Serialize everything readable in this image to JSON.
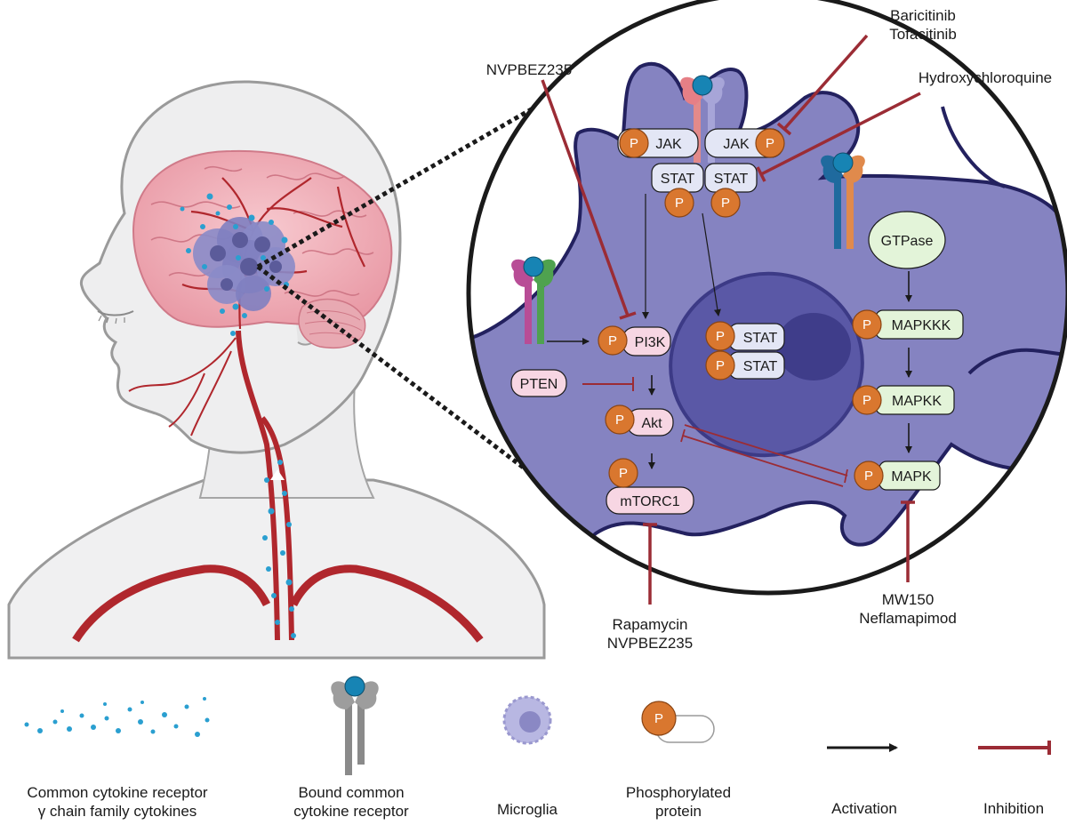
{
  "p_label": "P",
  "drugs": {
    "jak_inhibitors_line1": "Baricitinib",
    "jak_inhibitors_line2": "Tofacitinib",
    "stat_inhibitor": "Hydroxychloroquine",
    "pi3k_inhibitor": "NVPBEZ235",
    "mtorc1_inhibitors_line1": "Rapamycin",
    "mtorc1_inhibitors_line2": "NVPBEZ235",
    "mapk_inhibitors_line1": "MW150",
    "mapk_inhibitors_line2": "Neflamapimod"
  },
  "nodes": {
    "jak_left": "JAK",
    "jak_right": "JAK",
    "stat_left": "STAT",
    "stat_right": "STAT",
    "pi3k": "PI3K",
    "pten": "PTEN",
    "akt": "Akt",
    "mtorc1": "mTORC1",
    "nuclear_stat_1": "STAT",
    "nuclear_stat_2": "STAT",
    "gtpase": "GTPase",
    "mapkkk": "MAPKKK",
    "mapkk": "MAPKK",
    "mapk": "MAPK"
  },
  "legend": {
    "cytokines_line1": "Common cytokine receptor",
    "cytokines_line2": "γ chain family cytokines",
    "receptor_line1": "Bound common",
    "receptor_line2": "cytokine receptor",
    "microglia": "Microglia",
    "phospho_line1": "Phosphorylated",
    "phospho_line2": "protein",
    "activation": "Activation",
    "inhibition": "Inhibition"
  },
  "colors": {
    "cell_fill": "#8583c1",
    "cell_border": "#23215f",
    "nucleus_fill": "#5a58a6",
    "nucleolus_fill": "#3f3d8a",
    "phospho": "#d9772f",
    "inhibition": "#9b2c35",
    "brain": "#f2b8c0",
    "artery": "#b0272d",
    "cytokine": "#2a9fd0",
    "jak_stat_box": "#e3e6f5",
    "pi3k_box": "#f7d6e3",
    "mapk_box": "#e3f4d9"
  }
}
